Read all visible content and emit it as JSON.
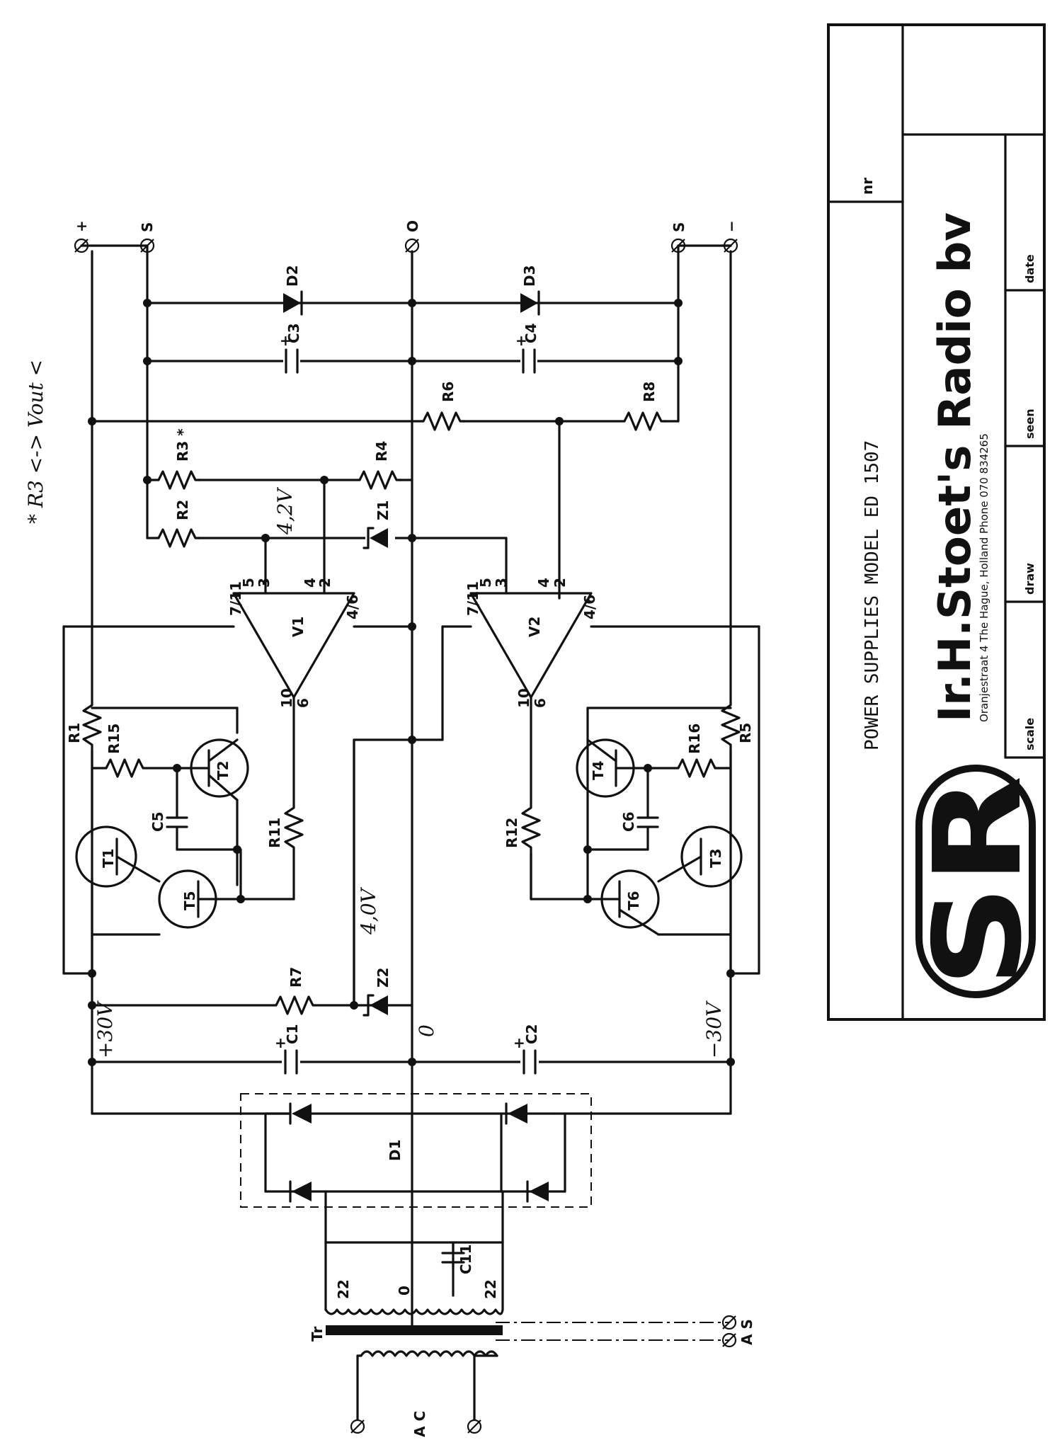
{
  "note": "* R3 <-> Vout <",
  "labels": {
    "tr": "Tr",
    "ac": "A C",
    "as": "A S",
    "d1": "D1",
    "c11": "C11",
    "c1": "C1",
    "c2": "C2",
    "c3": "C3",
    "c4": "C4",
    "c5": "C5",
    "c6": "C6",
    "r1": "R1",
    "r2": "R2",
    "r3": "R3 *",
    "r4": "R4",
    "r5": "R5",
    "r6": "R6",
    "r7": "R7",
    "r8": "R8",
    "r11": "R11",
    "r12": "R12",
    "r15": "R15",
    "r16": "R16",
    "t1": "T1",
    "t2": "T2",
    "t3": "T3",
    "t4": "T4",
    "t5": "T5",
    "t6": "T6",
    "v1": "V1",
    "v2": "V2",
    "z1": "Z1",
    "z2": "Z2",
    "d2": "D2",
    "d3": "D3",
    "wind1": "22",
    "wind2": "22",
    "wind_0": "0",
    "term_plus": "+",
    "term_s1": "S",
    "term_0": "O",
    "term_s2": "S",
    "term_minus": "−",
    "v_plus30": "+30V",
    "v_minus30": "−30V",
    "v_42": "4,2V",
    "v_40": "4,0V",
    "node_0": "0",
    "p_v1_7": "7/11",
    "p_v1_5": "5",
    "p_v1_3": "3",
    "p_v1_4": "4",
    "p_v1_2": "2",
    "p_v1_46": "4/6",
    "p_v1_10": "10",
    "p_v1_6": "6",
    "p_v2_7": "7/11",
    "p_v2_5": "5",
    "p_v2_3": "3",
    "p_v2_4": "4",
    "p_v2_2": "2",
    "p_v2_46": "4/6",
    "p_v2_10": "10",
    "p_v2_6": "6"
  },
  "title_block": {
    "title": "POWER SUPPLIES MODEL ED 1507",
    "logo": "SR",
    "company": "Ir.H.Stoet's Radio bv",
    "address": "Oranjestraat 4  The Hague, Holland  Phone 070  834265",
    "nr": "nr",
    "scale": "scale",
    "draw": "draw",
    "seen": "seen",
    "date": "date"
  }
}
